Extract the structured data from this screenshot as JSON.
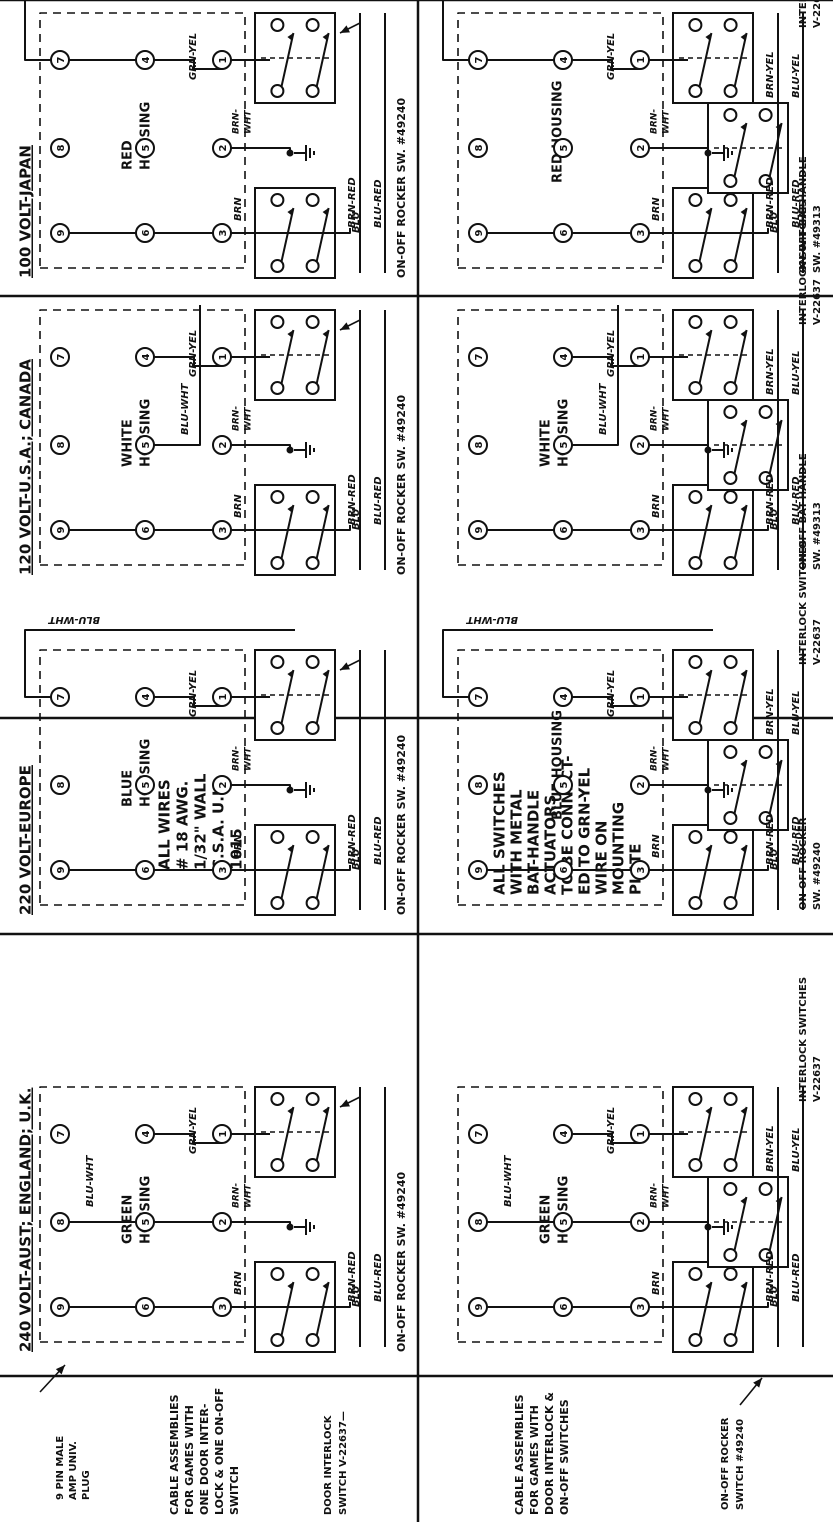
{
  "colors": {
    "ink": "#111111",
    "paper": "#ffffff"
  },
  "voltages": {
    "v240": "240 VOLT-AUST; ENGLAND; U.K.",
    "v220": "220 VOLT-EUROPE",
    "v120": "120 VOLT-U.S.A.; CANADA",
    "v100": "100 VOLT-JAPAN"
  },
  "housings": {
    "green": [
      "GREEN",
      "HOUSING"
    ],
    "blue": [
      "BLUE",
      "HOUSING"
    ],
    "blue_one_line": "BLUE HOUSING",
    "white": [
      "WHITE",
      "HOUSING"
    ],
    "red": [
      "RED",
      "HOUSING"
    ],
    "red_one_line": "RED HOUSING"
  },
  "pins": [
    "1",
    "2",
    "3",
    "4",
    "5",
    "6",
    "7",
    "8",
    "9"
  ],
  "wires": {
    "blu": "BLU",
    "brn": "BRN",
    "brn_wht": [
      "BRN-",
      "WHT"
    ],
    "grn_yel": "GRN-YEL",
    "blu_wht": "BLU-WHT",
    "brn_red": "BRN-RED",
    "blu_red": "BLU-RED",
    "brn_yel": "BRN-YEL",
    "blu_yel": "BLU-YEL"
  },
  "switch_labels": {
    "rocker_top": "ON-OFF ROCKER SW. #49240",
    "rocker_bottom": [
      "ON-OFF ROCKER",
      "SW. #49240"
    ],
    "rocker_bottom_left": [
      "ON-OFF ROCKER",
      "SWITCH #49240"
    ],
    "bat_handle": [
      "ON-OFF BAT-HANDLE",
      "SW. #49313"
    ],
    "interlock": [
      "INTERLOCK SWITCHES",
      "V-22637"
    ]
  },
  "left_notes": {
    "plug": [
      "9 PIN MALE",
      "AMP UNIV.",
      "PLUG"
    ],
    "top_assembly": [
      "CABLE ASSEMBLIES",
      "FOR GAMES WITH",
      "ONE DOOR INTER-",
      "LOCK & ONE ON-OFF",
      "SWITCH"
    ],
    "door_interlock": [
      "DOOR INTERLOCK",
      "SWITCH V-22637—"
    ],
    "bottom_assembly": [
      "CABLE ASSEMBLIES",
      "FOR GAMES WITH",
      "DOOR INTERLOCK &",
      "ON-OFF SWITCHES"
    ]
  },
  "middle_notes": {
    "wires_note": [
      "ALL WIRES",
      "# 18 AWG.",
      "1/32\" WALL",
      "C.S.A. U.L.",
      "1015"
    ],
    "switches_note": [
      "ALL SWITCHES",
      "WITH METAL",
      "BAT-HANDLE",
      "ACTUATORS",
      "TO BE CONNECT-",
      "ED TO GRN-YEL",
      "WIRE ON",
      "MOUNTING",
      "PLATE"
    ]
  }
}
